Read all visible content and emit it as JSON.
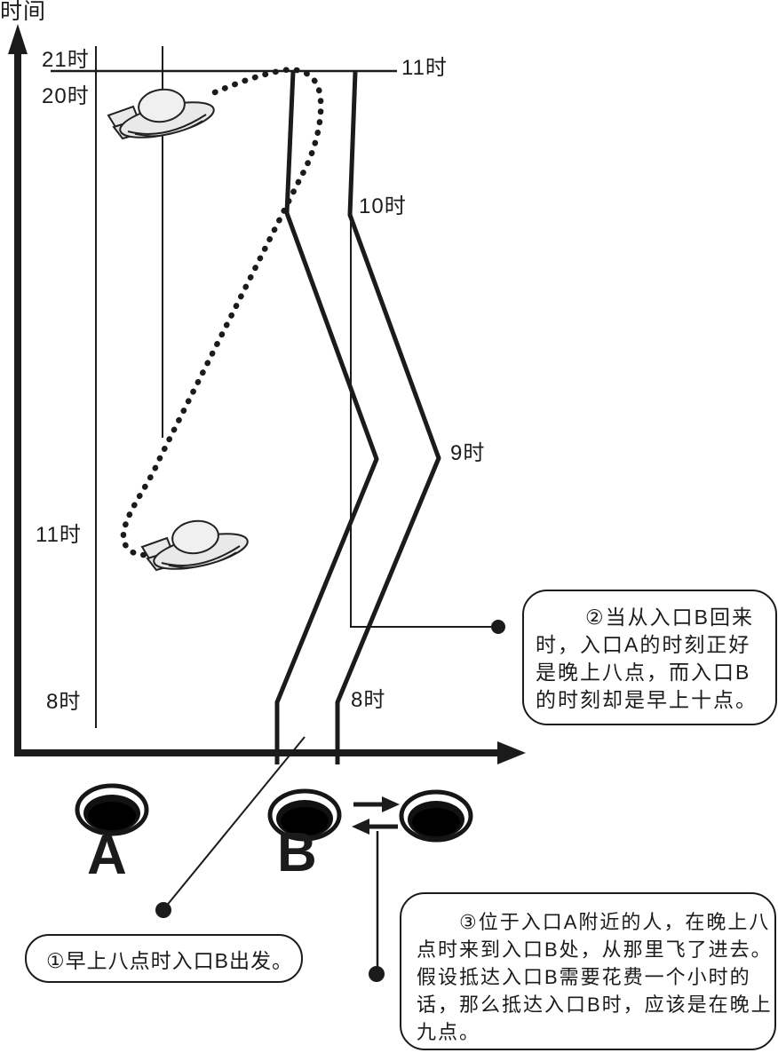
{
  "colors": {
    "ink": "#1b1b1b",
    "paper": "#ffffff",
    "ufo_fill": "#e9e9e9",
    "dome_fill": "#f0f0f0"
  },
  "axis": {
    "y_label": "时间"
  },
  "scale_left": {
    "t21": "21时",
    "t20": "20时",
    "t11": "11时",
    "t8": "8时"
  },
  "scale_right": {
    "t11": "11时",
    "t10": "10时",
    "t9": "9时",
    "t8": "8时"
  },
  "entrances": {
    "a_label": "A",
    "b_label": "B"
  },
  "icons": {
    "ufo_top": "ufo-icon",
    "ufo_bottom": "ufo-icon",
    "entrance_hole": "wormhole-entrance-icon",
    "transfer_right": "arrow-right-icon",
    "transfer_left": "arrow-left-icon",
    "y_axis_arrow": "axis-arrow-up-icon",
    "x_axis_arrow": "axis-arrow-right-icon"
  },
  "callouts": {
    "c1": {
      "line1": "①早上八点时入口B出发。"
    },
    "c2": {
      "line1": "②当从入口B回来",
      "line2": "时，入口A的时刻正好",
      "line3": "是晚上八点，而入口B",
      "line4": "的时刻却是早上十点。"
    },
    "c3": {
      "line1": "③位于入口A附近的人，在晚上八",
      "line2": "点时来到入口B处，从那里飞了进去。",
      "line3": "假设抵达入口B需要花费一个小时的",
      "line4": "话，那么抵达入口B时，应该是在晚上",
      "line5": "九点。"
    }
  }
}
